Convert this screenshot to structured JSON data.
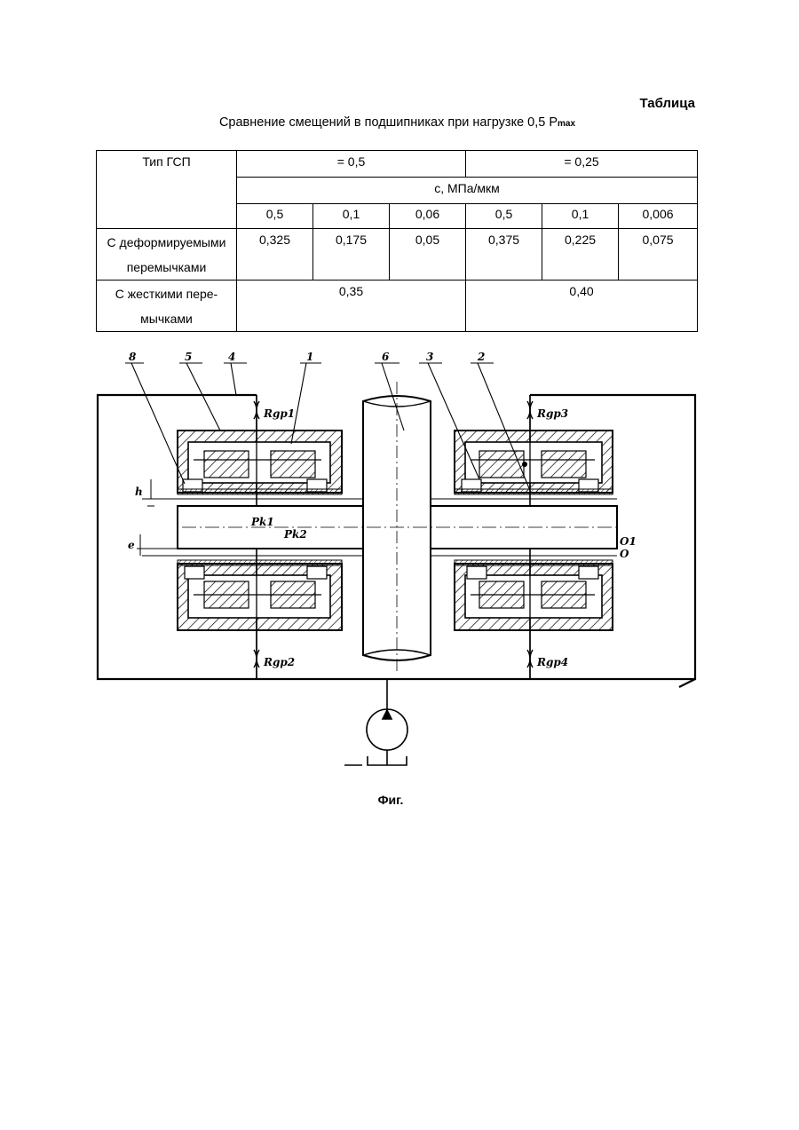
{
  "table_label": "Таблица",
  "caption": {
    "text": "Сравнение смещений в подшипниках при нагрузке 0,5 P",
    "subscript": "max"
  },
  "table": {
    "header_type": "Тип ГСП",
    "group_a": "= 0,5",
    "group_b": "= 0,25",
    "stiffness_header": "с, МПа/мкм",
    "stiffness_values": [
      "0,5",
      "0,1",
      "0,06",
      "0,5",
      "0,1",
      "0,006"
    ],
    "rows": [
      {
        "label": "С деформируемыми перемычками",
        "values": [
          "0,325",
          "0,175",
          "0,05",
          "0,375",
          "0,225",
          "0,075"
        ]
      },
      {
        "label": "С жесткими пере-мычками",
        "values": [
          "0,35",
          "0,40"
        ]
      }
    ]
  },
  "figure": {
    "labels": [
      "8",
      "5",
      "4",
      "1",
      "6",
      "3",
      "2"
    ],
    "resistors": [
      "Rgp1",
      "Rgp3",
      "Rgp2",
      "Rgp4"
    ],
    "pressures": [
      "Pk1",
      "Pk2"
    ],
    "gaps": [
      "h",
      "e"
    ],
    "axes": [
      "O1",
      "O"
    ],
    "caption": "Фиг."
  }
}
